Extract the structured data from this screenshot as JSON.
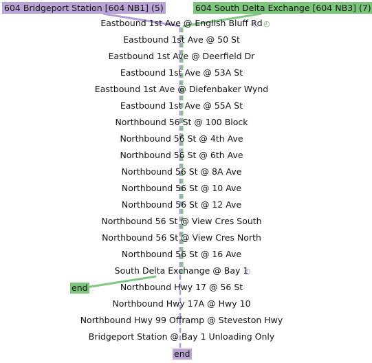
{
  "routes": {
    "purple": {
      "label": "604 Bridgeport Station [604 NB1] (5)",
      "color": "#b9a5d4",
      "line_color": "#b39ddb",
      "end_label": "end"
    },
    "green": {
      "label": "604 South Delta Exchange [604 NB3] (7)",
      "color": "#7cc67c",
      "line_color": "#81c784",
      "end_label": "end"
    }
  },
  "stops": [
    "Eastbound 1st Ave @ English Bluff Rd",
    "Eastbound 1st Ave @ 50 St",
    "Eastbound 1st Ave @ Deerfield Dr",
    "Eastbound 1st Ave @ 53A St",
    "Eastbound 1st Ave @ Diefenbaker Wynd",
    "Eastbound 1st Ave @ 55A St",
    "Northbound 56 St @ 100 Block",
    "Northbound 56 St @ 4th Ave",
    "Northbound 56 St @ 6th Ave",
    "Northbound 56 St @ 8A Ave",
    "Northbound 56 St @ 10 Ave",
    "Northbound 56 St @ 12 Ave",
    "Northbound 56 St @ View Cres South",
    "Northbound 56 St @ View Cres North",
    "Northbound 56 St @ 16 Ave",
    "South Delta Exchange @ Bay 1",
    "Northbound Hwy 17 @ 56 St",
    "Northbound Hwy 17A @ Hwy 10",
    "Northbound Hwy 99 Offramp @ Steveston Hwy",
    "Bridgeport Station @ Bay 1 Unloading Only"
  ],
  "icons": {
    "timepoint": "clock-icon"
  }
}
